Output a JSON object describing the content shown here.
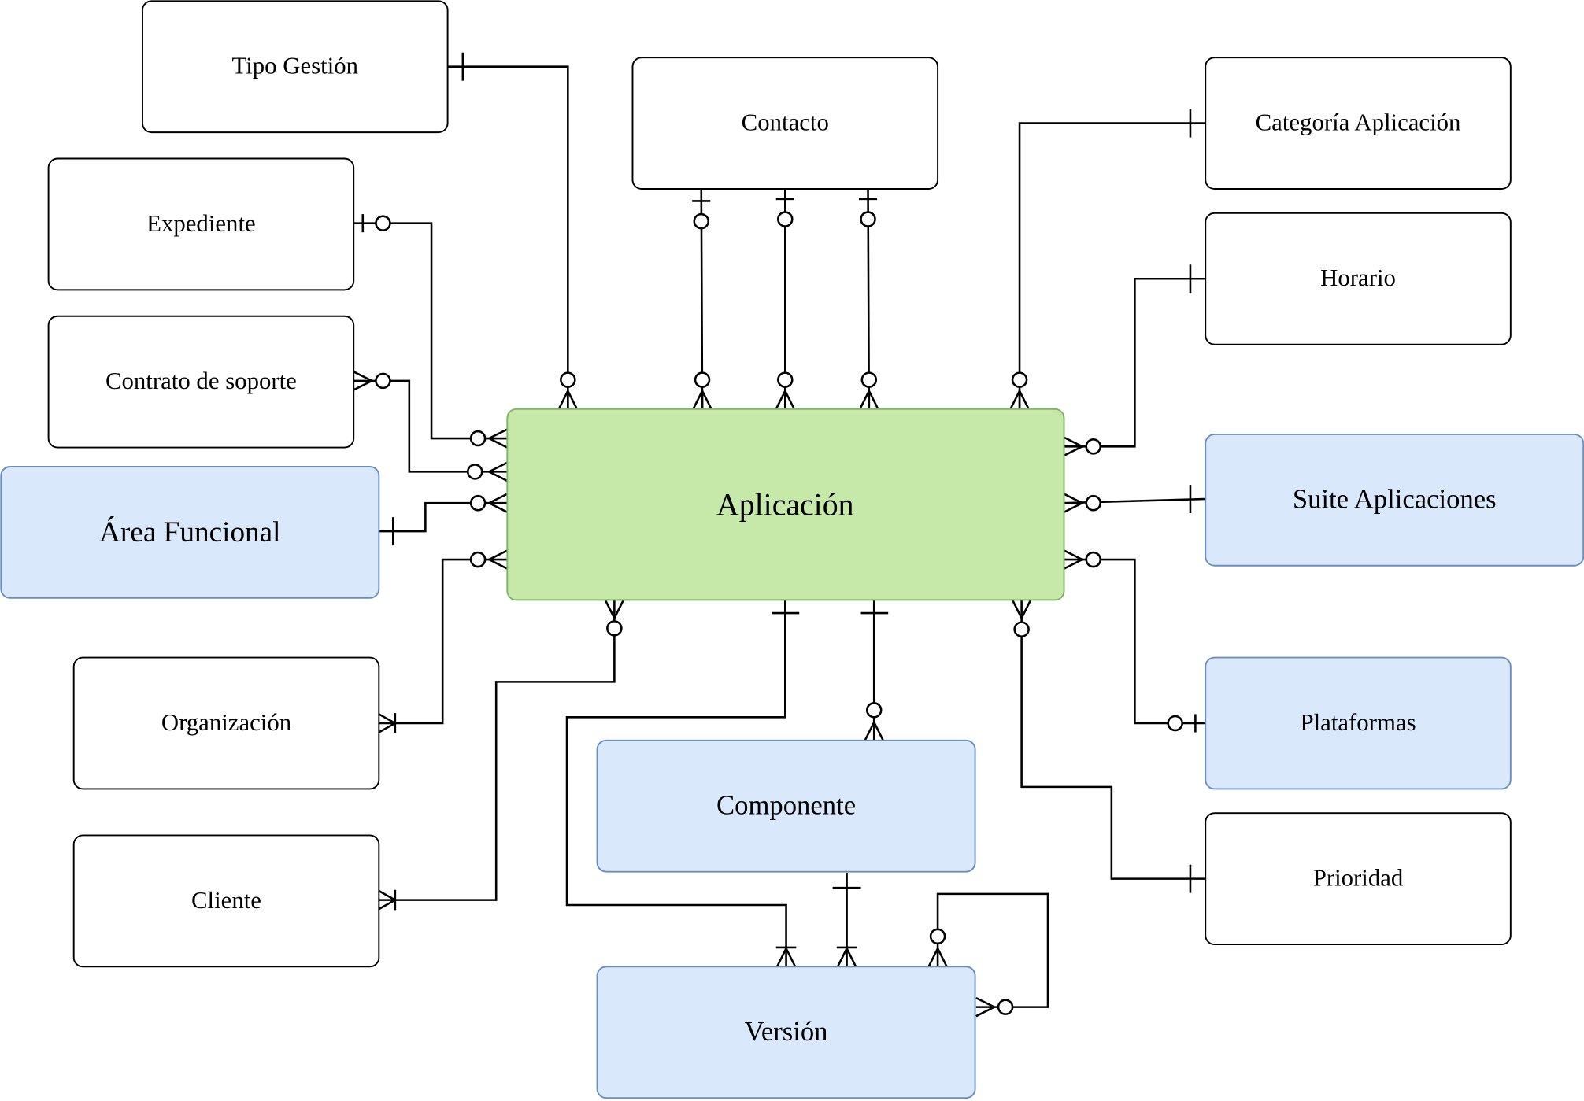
{
  "diagram": {
    "type": "entity-relationship",
    "colors": {
      "central_fill": "#c6e8a9",
      "central_stroke": "#82b366",
      "highlight_fill": "#dae8fc",
      "highlight_stroke": "#6c8ebf",
      "default_fill": "#ffffff",
      "default_stroke": "#000000",
      "line": "#000000"
    },
    "entities": {
      "aplicacion": "Aplicación",
      "tipo_gestion": "Tipo Gestión",
      "contacto": "Contacto",
      "categoria_aplicacion": "Categoría Aplicación",
      "expediente": "Expediente",
      "horario": "Horario",
      "contrato_soporte": "Contrato de soporte",
      "area_funcional": "Área Funcional",
      "suite_aplicaciones": "Suite Aplicaciones",
      "organizacion": "Organización",
      "plataformas": "Plataformas",
      "componente": "Componente",
      "cliente": "Cliente",
      "prioridad": "Prioridad",
      "version": "Versión"
    }
  }
}
